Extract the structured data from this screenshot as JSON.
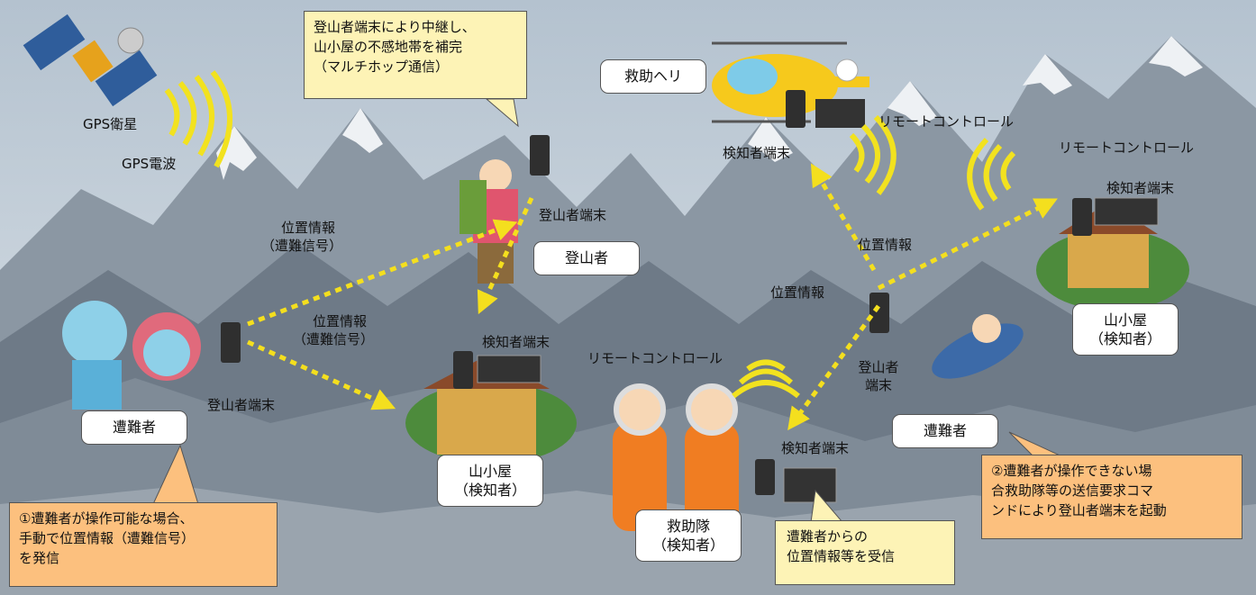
{
  "labels": {
    "gps_satellite": "GPS衛星",
    "gps_wave": "GPS電波",
    "rescue_heli": "救助ヘリ",
    "remote_control_heli": "リモートコントロール",
    "remote_control_hut": "リモートコントロール",
    "remote_control_team": "リモートコントロール",
    "detector_terminal_heli": "検知者端末",
    "detector_terminal_hut_right": "検知者端末",
    "detector_terminal_hut_center": "検知者端末",
    "detector_terminal_team": "検知者端末",
    "climber_terminal_top": "登山者端末",
    "climber_terminal_left": "登山者端末",
    "climber_terminal_right": [
      "登山者",
      "端末"
    ],
    "position_info_signal_upper": [
      "位置情報",
      "（遭難信号）"
    ],
    "position_info_signal_lower": [
      "位置情報",
      "（遭難信号）"
    ],
    "position_info_upper_right": "位置情報",
    "position_info_middle": "位置情報"
  },
  "boxes": {
    "climber": "登山者",
    "victim_left": "遭難者",
    "victim_right": "遭難者",
    "hut_center": [
      "山小屋",
      "（検知者）"
    ],
    "hut_right": [
      "山小屋",
      "（検知者）"
    ],
    "rescue_team": [
      "救助隊",
      "（検知者）"
    ]
  },
  "callouts": {
    "relay": [
      "登山者端末により中継し、",
      "山小屋の不感地帯を補完",
      "（マルチホップ通信）"
    ],
    "manual": [
      "①遭難者が操作可能な場合、",
      "手動で位置情報（遭難信号）",
      "を発信"
    ],
    "receive": [
      "遭難者からの",
      "位置情報等を受信"
    ],
    "remote": [
      "②遭難者が操作できない場",
      "合救助隊等の送信要求コマ",
      "ンドにより登山者端末を起動"
    ]
  },
  "colors": {
    "sky": "#c8d3dc",
    "mountain_dark": "#6e7a87",
    "mountain_light": "#eef1f4",
    "callout_yellow": "#fdf3b6",
    "callout_orange": "#fcc07e",
    "signal_yellow": "#f2e21f",
    "arrow_yellow": "#f4df1e"
  }
}
